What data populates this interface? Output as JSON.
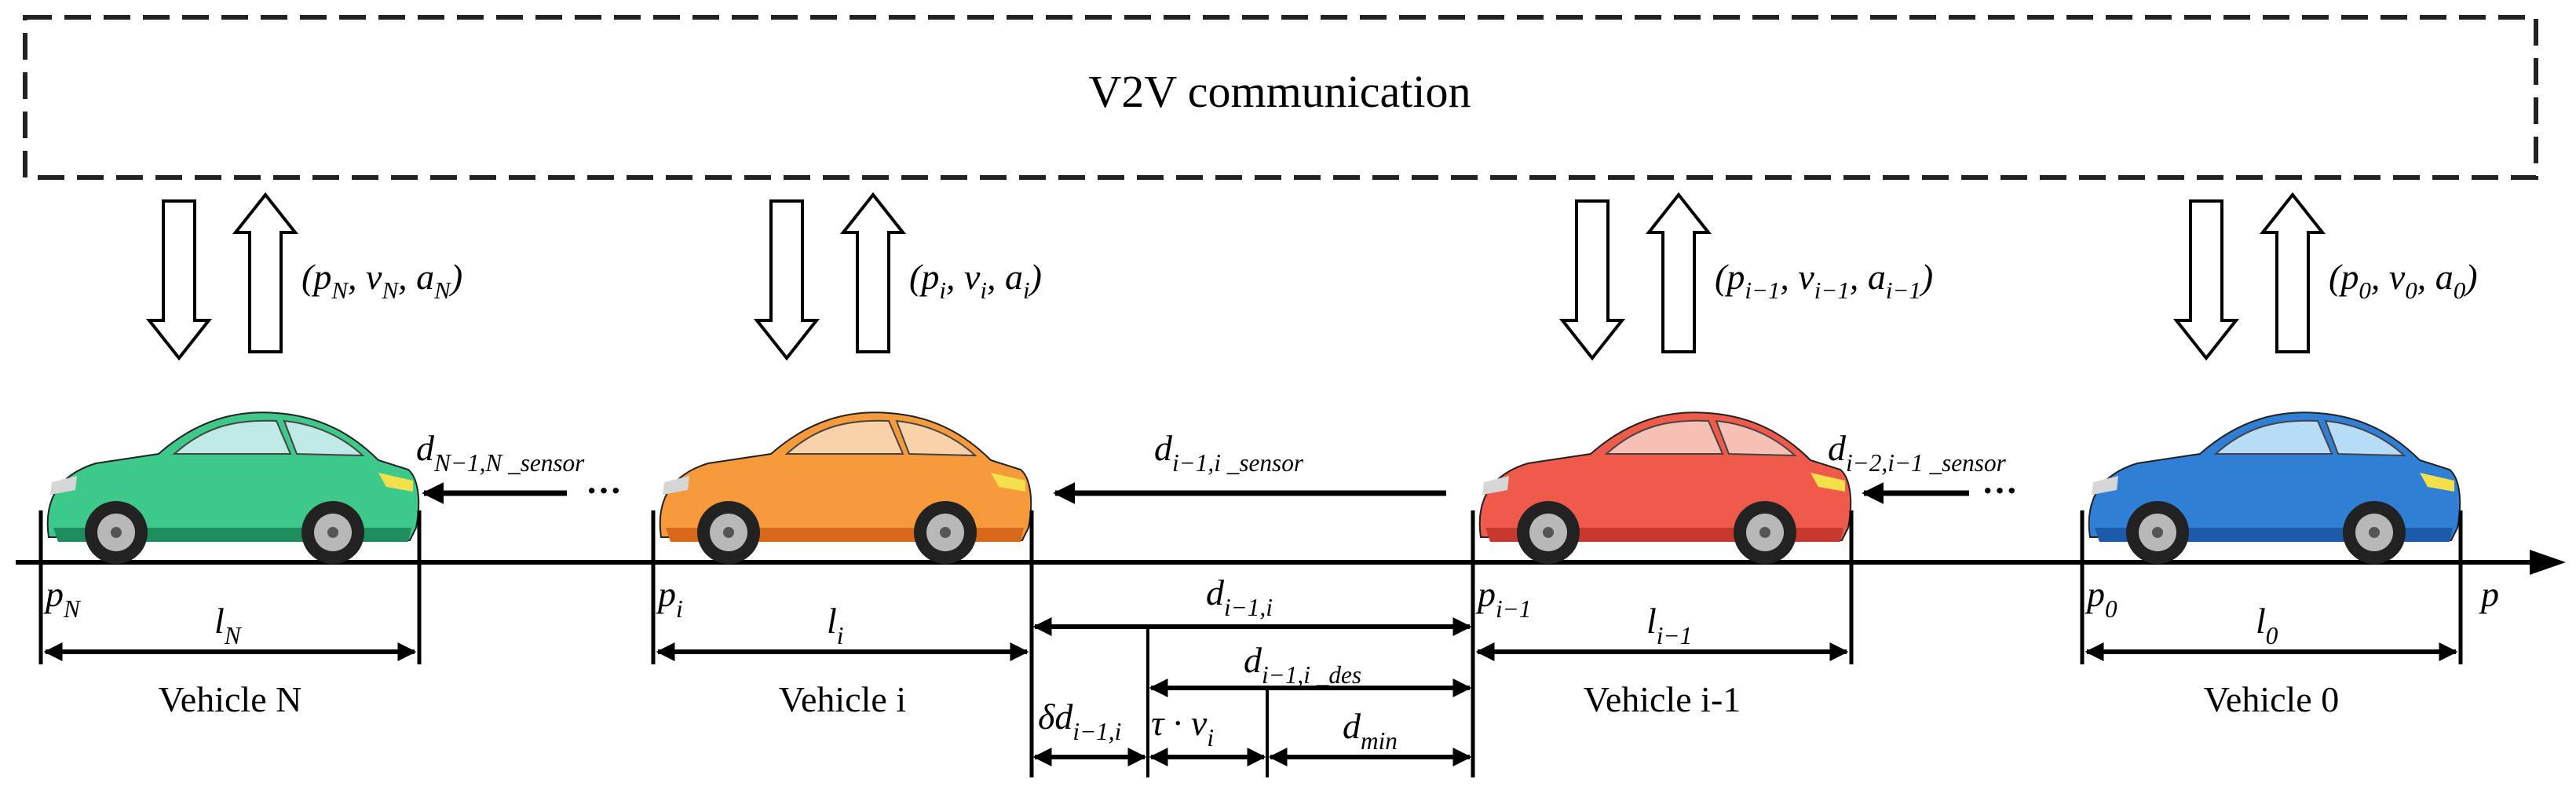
{
  "comm_box": {
    "label": "V2V communication"
  },
  "vehicles": [
    {
      "id": "N",
      "name": "Vehicle N",
      "p": "p",
      "p_sub": "N",
      "l": "l",
      "l_sub": "N",
      "state": [
        "(p",
        "N",
        ", v",
        "N",
        ", a",
        "N",
        ")"
      ],
      "color": "#3ec98a",
      "dark": "#1e8f5c",
      "window": "#bfe9e4"
    },
    {
      "id": "i",
      "name": "Vehicle i",
      "p": "p",
      "p_sub": "i",
      "l": "l",
      "l_sub": "i",
      "state": [
        "(p",
        "i",
        ", v",
        "i",
        ", a",
        "i",
        ")"
      ],
      "color": "#f79a3c",
      "dark": "#d9691a",
      "window": "#f9d2a8"
    },
    {
      "id": "i-1",
      "name": "Vehicle i-1",
      "p": "p",
      "p_sub": "i−1",
      "l": "l",
      "l_sub": "i−1",
      "state": [
        "(p",
        "i−1",
        ", v",
        "i−1",
        ", a",
        "i−1",
        ")"
      ],
      "color": "#ef5a4a",
      "dark": "#c63a2e",
      "window": "#f7c0b5"
    },
    {
      "id": "0",
      "name": "Vehicle 0",
      "p": "p",
      "p_sub": "0",
      "l": "l",
      "l_sub": "0",
      "state": [
        "(p",
        "0",
        ", v",
        "0",
        ", a",
        "0",
        ")"
      ],
      "color": "#2f7fd6",
      "dark": "#1a5aa8",
      "window": "#b8dcf5"
    }
  ],
  "sensors": [
    {
      "main": "d",
      "sub": "N−1,N _sensor",
      "dots": "···"
    },
    {
      "main": "d",
      "sub": "i−1,i _sensor",
      "dots": ""
    },
    {
      "main": "d",
      "sub": "i−2,i−1 _sensor",
      "dots": "···"
    }
  ],
  "axis": {
    "label": "p"
  },
  "gaps": {
    "d_total": {
      "main": "d",
      "sub": "i−1,i"
    },
    "d_des": {
      "main": "d",
      "sub": "i−1,i _des"
    },
    "delta": {
      "main": "δd",
      "sub": "i−1,i"
    },
    "tau": {
      "main": "τ · v",
      "sub": "i"
    },
    "dmin": {
      "main": "d",
      "sub": "min"
    }
  }
}
